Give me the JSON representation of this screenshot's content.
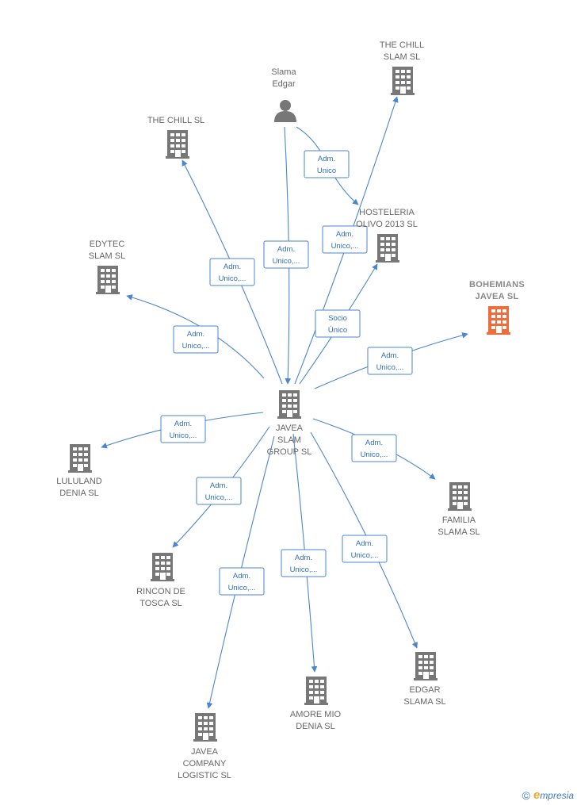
{
  "diagram": {
    "nodes": [
      {
        "id": "center",
        "type": "company",
        "label_lines": [
          "JAVEA",
          "SLAM",
          "GROUP  SL"
        ],
        "highlight": false
      },
      {
        "id": "slama_edgar",
        "type": "person",
        "label_lines": [
          "Slama",
          "Edgar"
        ],
        "highlight": false
      },
      {
        "id": "the_chill_slam",
        "type": "company",
        "label_lines": [
          "THE CHILL",
          "SLAM  SL"
        ],
        "highlight": false
      },
      {
        "id": "the_chill_sl",
        "type": "company",
        "label_lines": [
          "THE CHILL  SL"
        ],
        "highlight": false
      },
      {
        "id": "hosteleria",
        "type": "company",
        "label_lines": [
          "HOSTELERIA",
          "OLIVO 2013 SL"
        ],
        "highlight": false
      },
      {
        "id": "edytec",
        "type": "company",
        "label_lines": [
          "EDYTEC",
          "SLAM  SL"
        ],
        "highlight": false
      },
      {
        "id": "bohemians",
        "type": "company",
        "label_lines": [
          "BOHEMIANS",
          "JAVEA  SL"
        ],
        "highlight": true
      },
      {
        "id": "lululand",
        "type": "company",
        "label_lines": [
          "LULULAND",
          "DENIA  SL"
        ],
        "highlight": false
      },
      {
        "id": "familia",
        "type": "company",
        "label_lines": [
          "FAMILIA",
          "SLAMA  SL"
        ],
        "highlight": false
      },
      {
        "id": "rincon",
        "type": "company",
        "label_lines": [
          "RINCON DE",
          "TOSCA  SL"
        ],
        "highlight": false
      },
      {
        "id": "edgar_slama",
        "type": "company",
        "label_lines": [
          "EDGAR",
          "SLAMA  SL"
        ],
        "highlight": false
      },
      {
        "id": "amore",
        "type": "company",
        "label_lines": [
          "AMORE MIO",
          "DENIA  SL"
        ],
        "highlight": false
      },
      {
        "id": "javea_company",
        "type": "company",
        "label_lines": [
          "JAVEA",
          "COMPANY",
          "LOGISTIC  SL"
        ],
        "highlight": false
      }
    ],
    "edges": [
      {
        "id": "e_person_center",
        "from": "slama_edgar",
        "to": "center",
        "label_lines": [
          "Adm.",
          "Unico,..."
        ]
      },
      {
        "id": "e_person_hosteleria",
        "from": "slama_edgar",
        "to": "hosteleria",
        "label_lines": [
          "Adm.",
          "Unico"
        ]
      },
      {
        "id": "e_center_chillslam",
        "from": "center",
        "to": "the_chill_slam",
        "label_lines": [
          "Adm.",
          "Unico,..."
        ]
      },
      {
        "id": "e_center_chillsl",
        "from": "center",
        "to": "the_chill_sl",
        "label_lines": [
          "Adm.",
          "Unico,..."
        ]
      },
      {
        "id": "e_center_hosteleria",
        "from": "center",
        "to": "hosteleria",
        "label_lines": [
          "Socio",
          "Único"
        ]
      },
      {
        "id": "e_center_edytec",
        "from": "center",
        "to": "edytec",
        "label_lines": [
          "Adm.",
          "Unico,..."
        ]
      },
      {
        "id": "e_center_bohemians",
        "from": "center",
        "to": "bohemians",
        "label_lines": [
          "Adm.",
          "Unico,..."
        ]
      },
      {
        "id": "e_center_lululand",
        "from": "center",
        "to": "lululand",
        "label_lines": [
          "Adm.",
          "Unico,..."
        ]
      },
      {
        "id": "e_center_familia",
        "from": "center",
        "to": "familia",
        "label_lines": [
          "Adm.",
          "Unico,..."
        ]
      },
      {
        "id": "e_center_rincon",
        "from": "center",
        "to": "rincon",
        "label_lines": [
          "Adm.",
          "Unico,..."
        ]
      },
      {
        "id": "e_center_edgar",
        "from": "center",
        "to": "edgar_slama",
        "label_lines": [
          "Adm.",
          "Unico,..."
        ]
      },
      {
        "id": "e_center_amore",
        "from": "center",
        "to": "amore",
        "label_lines": [
          "Adm.",
          "Unico,..."
        ]
      },
      {
        "id": "e_center_javeacompany",
        "from": "center",
        "to": "javea_company",
        "label_lines": [
          "Adm.",
          "Unico,..."
        ]
      }
    ]
  },
  "colors": {
    "edge": "#4a86cf",
    "edge_text": "#2f6fb8",
    "node_icon": "#777777",
    "node_highlight": "#f26b3a",
    "label": "#666666"
  },
  "footer": {
    "copyright_symbol": "©",
    "brand_initial": "e",
    "brand_rest": "mpresia"
  }
}
